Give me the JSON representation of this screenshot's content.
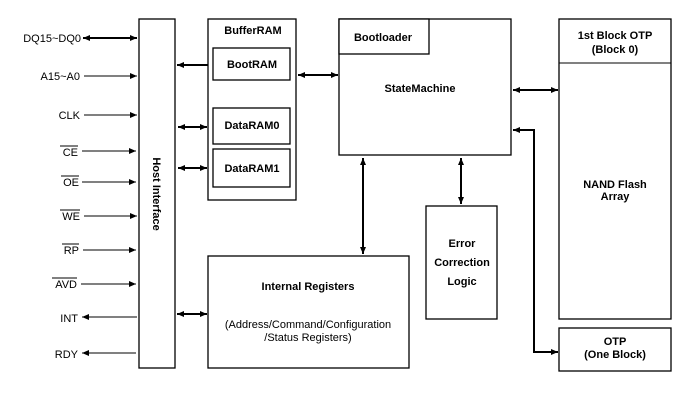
{
  "signals": {
    "dq": "DQ15~DQ0",
    "addr": "A15~A0",
    "clk": "CLK",
    "ce": "CE",
    "oe": "OE",
    "we": "WE",
    "rp": "RP",
    "avd": "AVD",
    "int": "INT",
    "rdy": "RDY"
  },
  "blocks": {
    "host_interface": "Host Interface",
    "buffer_ram": "BufferRAM",
    "boot_ram": "BootRAM",
    "data_ram0": "DataRAM0",
    "data_ram1": "DataRAM1",
    "bootloader": "Bootloader",
    "state_machine": "StateMachine",
    "ecc_line1": "Error",
    "ecc_line2": "Correction",
    "ecc_line3": "Logic",
    "internal_registers": "Internal Registers",
    "internal_registers_sub1": "(Address/Command/Configuration",
    "internal_registers_sub2": "/Status Registers)",
    "otp_block0_line1": "1st Block OTP",
    "otp_block0_line2": "(Block 0)",
    "nand_line1": "NAND Flash",
    "nand_line2": "Array",
    "otp_line1": "OTP",
    "otp_line2": "(One Block)"
  }
}
